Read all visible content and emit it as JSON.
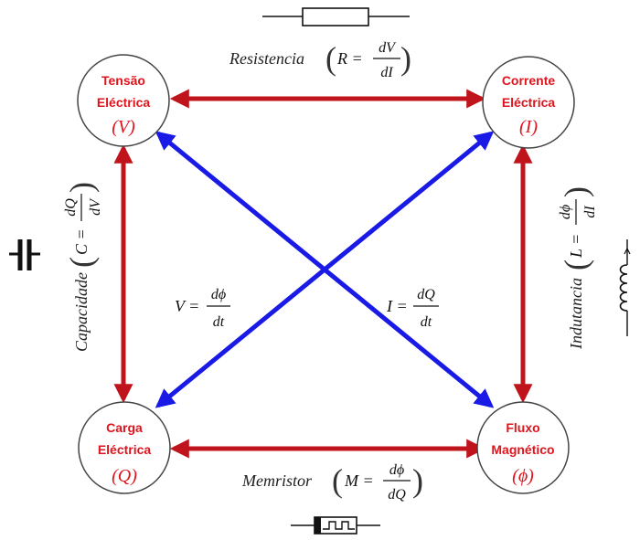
{
  "nodes": {
    "voltage": {
      "line1": "Tensão",
      "line2": "Eléctrica",
      "symbol": "(V)"
    },
    "current": {
      "line1": "Corrente",
      "line2": "Eléctrica",
      "symbol": "(I)"
    },
    "charge": {
      "line1": "Carga",
      "line2": "Eléctrica",
      "symbol": "(Q)"
    },
    "flux": {
      "line1": "Fluxo",
      "line2": "Magnético",
      "symbol": "(ϕ)"
    }
  },
  "relations": {
    "resistance": {
      "name": "Resistencia",
      "lhs": "R =",
      "num": "dV",
      "den": "dI"
    },
    "capacitance": {
      "name": "Capacidade",
      "lhs": "C =",
      "num": "dQ",
      "den": "dV"
    },
    "inductance": {
      "name": "Indutancia",
      "lhs": "L =",
      "num": "dϕ",
      "den": "dI"
    },
    "memristance": {
      "name": "Memristor",
      "lhs": "M =",
      "num": "dϕ",
      "den": "dQ"
    },
    "faraday": {
      "lhs": "V =",
      "num": "dϕ",
      "den": "dt"
    },
    "current_def": {
      "lhs": "I =",
      "num": "dQ",
      "den": "dt"
    }
  },
  "colors": {
    "red_arrow": "#c0141c",
    "blue_arrow": "#1a1ae6",
    "node_text": "#e0141c",
    "node_border": "#444444"
  },
  "icons": [
    "resistor-icon",
    "capacitor-icon",
    "inductor-icon",
    "memristor-icon"
  ]
}
